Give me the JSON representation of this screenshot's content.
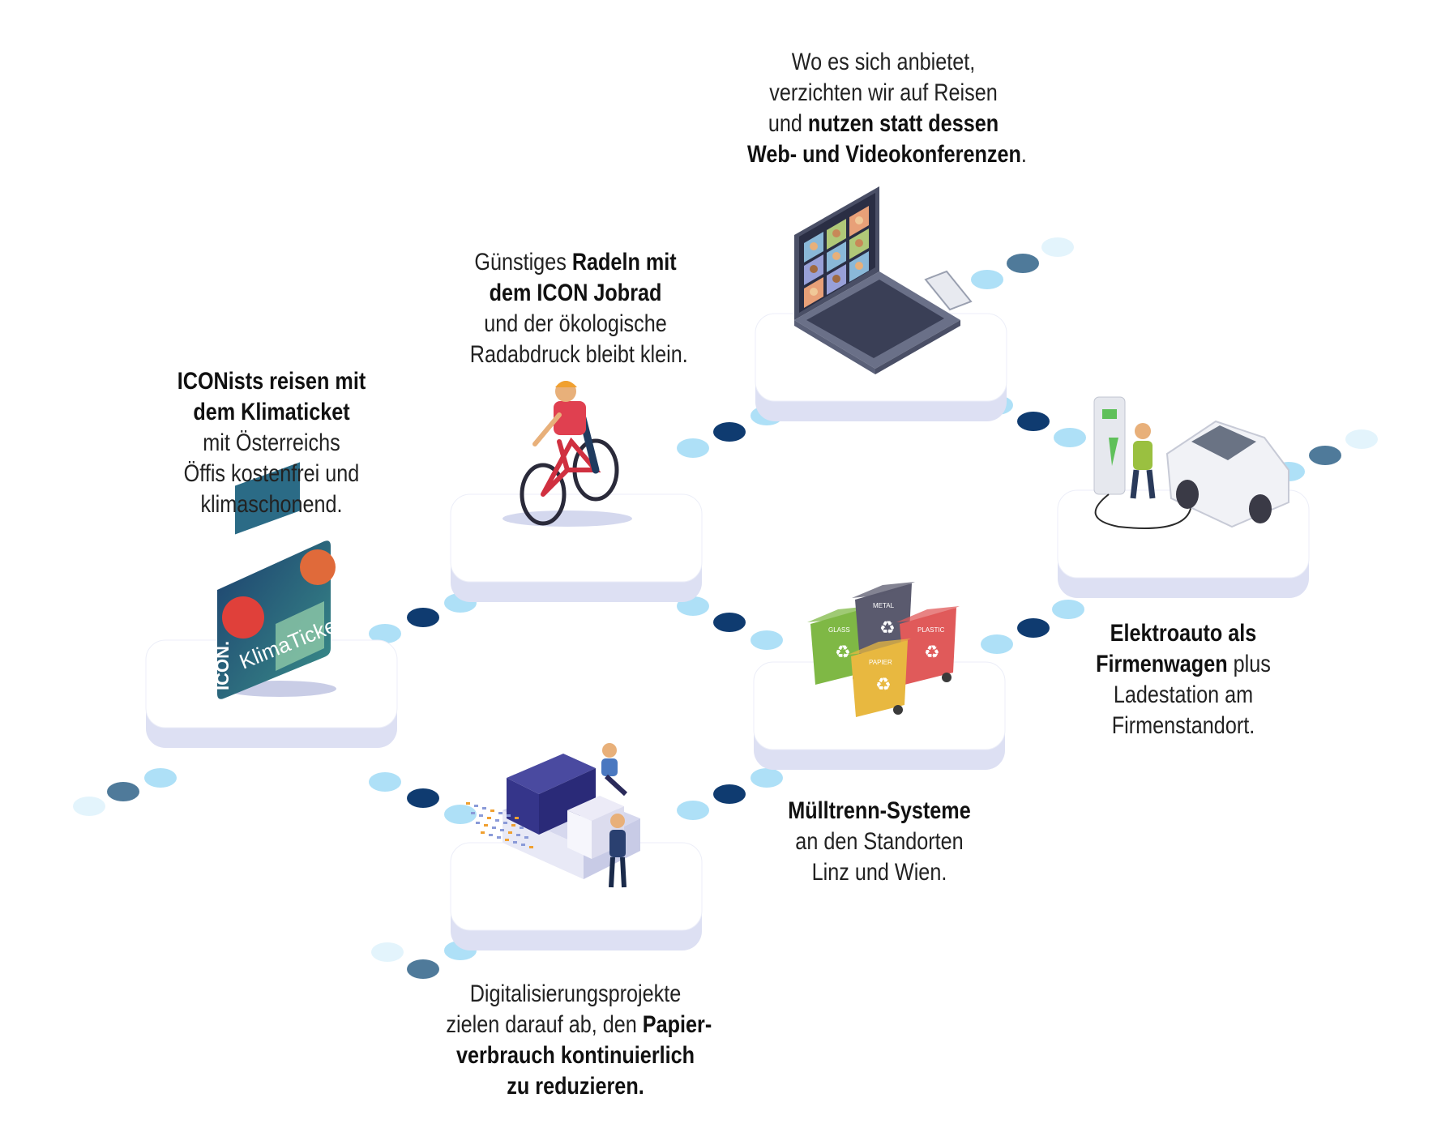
{
  "colors": {
    "dot_light": "#aee0f7",
    "dot_dark": "#0f3b70",
    "dot_faded": "#4f7a9a",
    "platform_top": "#ffffff",
    "platform_side": "#dde0f3",
    "text": "#222222"
  },
  "captions": {
    "klimaticket": {
      "lines": [
        [
          {
            "t": "ICONists reisen mit",
            "b": true
          }
        ],
        [
          {
            "t": "dem Klimaticket",
            "b": true
          }
        ],
        [
          {
            "t": "mit Österreichs",
            "b": false
          }
        ],
        [
          {
            "t": "Öffis kostenfrei und",
            "b": false
          }
        ],
        [
          {
            "t": "klimaschonend.",
            "b": false
          }
        ]
      ]
    },
    "jobrad": {
      "lines": [
        [
          {
            "t": "Günstiges ",
            "b": false
          },
          {
            "t": "Radeln mit",
            "b": true
          }
        ],
        [
          {
            "t": "dem ICON Jobrad",
            "b": true
          }
        ],
        [
          {
            "t": "und der ökologische",
            "b": false
          }
        ],
        [
          {
            "t": "Radabdruck bleibt klein.",
            "b": false
          }
        ]
      ]
    },
    "video": {
      "lines": [
        [
          {
            "t": "Wo es sich anbietet,",
            "b": false
          }
        ],
        [
          {
            "t": "verzichten wir auf Reisen",
            "b": false
          }
        ],
        [
          {
            "t": "und ",
            "b": false
          },
          {
            "t": "nutzen statt dessen",
            "b": true
          }
        ],
        [
          {
            "t": "Web- und Videokonferenzen",
            "b": true
          },
          {
            "t": ".",
            "b": false
          }
        ]
      ]
    },
    "elektro": {
      "lines": [
        [
          {
            "t": "Elektroauto als",
            "b": true
          }
        ],
        [
          {
            "t": "Firmenwagen",
            "b": true
          },
          {
            "t": " plus",
            "b": false
          }
        ],
        [
          {
            "t": "Ladestation am",
            "b": false
          }
        ],
        [
          {
            "t": "Firmenstandort.",
            "b": false
          }
        ]
      ]
    },
    "muell": {
      "lines": [
        [
          {
            "t": "Mülltrenn-Systeme",
            "b": true
          }
        ],
        [
          {
            "t": "an den Standorten",
            "b": false
          }
        ],
        [
          {
            "t": "Linz und Wien.",
            "b": false
          }
        ]
      ]
    },
    "digital": {
      "lines": [
        [
          {
            "t": "Digitalisierungsprojekte",
            "b": false
          }
        ],
        [
          {
            "t": "zielen darauf ab, den ",
            "b": false
          },
          {
            "t": "Papier-",
            "b": true
          }
        ],
        [
          {
            "t": "verbrauch kontinuierlich",
            "b": true
          }
        ],
        [
          {
            "t": "zu reduzieren.",
            "b": true
          }
        ]
      ]
    }
  },
  "illustrations": {
    "ticket_brand": "ICON.",
    "ticket_name": "KlimaTicket",
    "bins": [
      "GLASS",
      "METAL",
      "PLASTIC",
      "PAPIER"
    ]
  },
  "icons": [
    "train-ticket-icon",
    "bicycle-icon",
    "laptop-icon",
    "smartphone-icon",
    "ev-charger-icon",
    "car-icon",
    "recycling-bin-icon",
    "server-icon",
    "person-icon"
  ]
}
